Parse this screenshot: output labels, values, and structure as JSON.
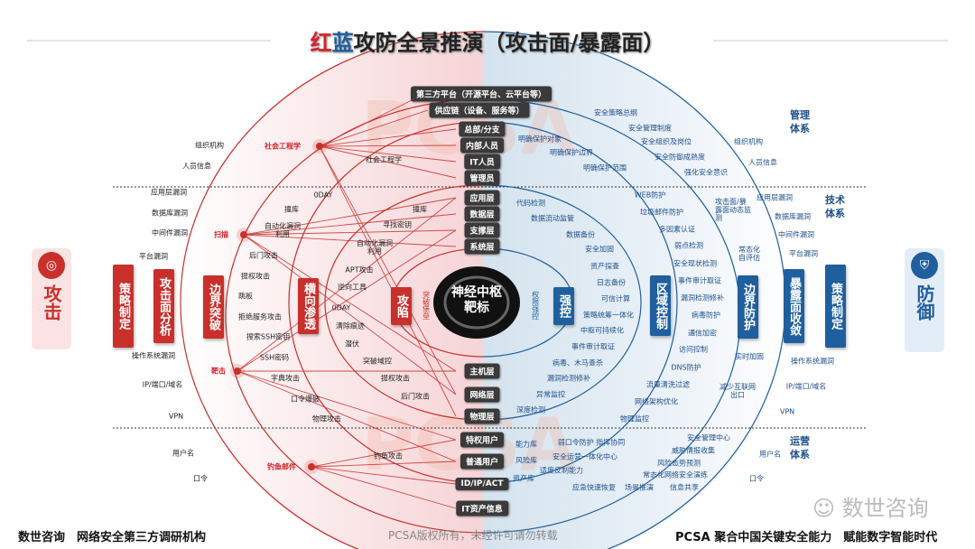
{
  "title": {
    "red": "红",
    "blue": "蓝",
    "rest": "攻防全景推演（攻击面/暴露面）"
  },
  "colors": {
    "attack": "#c9302c",
    "defense": "#1f5f9e",
    "node": "#3a3a3a"
  },
  "center": {
    "line1": "神经中枢",
    "line2": "靶标",
    "left_ring": "突破堡垒",
    "right_ring": "权限强控"
  },
  "nodes": [
    "第三方平台（开源平台、云平台等）",
    "供应链（设备、服务等）",
    "总部/分支",
    "内部人员",
    "IT人员",
    "管理员",
    "应用层",
    "数据层",
    "支撑层",
    "系统层",
    "主机层",
    "网络层",
    "物理层",
    "特权用户",
    "普通用户",
    "ID/IP/ACT",
    "IT资产信息"
  ],
  "attack": {
    "badge": "攻击",
    "badge_icon": "target-icon",
    "stages": [
      "策略制定",
      "攻击面分析",
      "边界突破",
      "横向渗透",
      "攻陷"
    ],
    "sources": [
      "社会工程学",
      "扫描",
      "靶击",
      "钓鱼邮件"
    ],
    "surface": [
      "组织机构",
      "人员信息",
      "应用层漏洞",
      "数据库漏洞",
      "中间件漏洞",
      "平台漏洞",
      "操作系统漏洞",
      "IP/端口/域名",
      "VPN",
      "用户名",
      "口令"
    ],
    "techniques": [
      "社会工程学",
      "0DAY",
      "撞库",
      "撞库",
      "自动化漏洞利用",
      "寻找密钥",
      "自动化漏洞利用",
      "后门攻击",
      "APT攻击",
      "提权攻击",
      "逆向工具",
      "跳板",
      "0DAY",
      "拒绝服务攻击",
      "清除痕迹",
      "搜索SSH密钥",
      "潜伏",
      "SSH密码",
      "突破域控",
      "字典攻击",
      "提权攻击",
      "口令爆破",
      "后门攻击",
      "物理攻击",
      "钓鱼攻击"
    ]
  },
  "defense": {
    "badge": "防御",
    "badge_icon": "shield-icon",
    "stages": [
      "强控",
      "区域控制",
      "边界防护",
      "暴露面收敛",
      "策略制定"
    ],
    "systems": [
      "管理体系",
      "技术体系",
      "运营体系"
    ],
    "surface": [
      "组织机构",
      "人员信息",
      "应用层漏洞",
      "数据库漏洞",
      "中间件漏洞",
      "平台漏洞",
      "操作系统漏洞",
      "IP/端口/域名",
      "VPN",
      "用户名",
      "口令"
    ],
    "measures": [
      "安全策略总纲",
      "安全管理制度",
      "明确保护对象",
      "安全组织及岗位",
      "明确保护边界",
      "安全防御成熟度",
      "明确保护范围",
      "强化安全意识",
      "代码检测",
      "WEB防护",
      "攻击面/暴露面动态监测",
      "数据流动监管",
      "垃圾邮件防护",
      "多因素认证",
      "数据备份",
      "弱点检测",
      "常态化自评估",
      "安全加固",
      "资产探查",
      "安全现状检测",
      "日志备份",
      "事件审计取证",
      "可信计算",
      "漏洞检测修补",
      "策略统筹一体化",
      "病毒防护",
      "中枢可持续化",
      "通信加密",
      "事件审计取证",
      "访问控制",
      "实时加固",
      "病毒、木马查杀",
      "DNS防护",
      "漏洞检测修补",
      "减少互联网出口",
      "流量清洗过滤",
      "异常监控",
      "网络架构优化",
      "深度检测",
      "物理监控",
      "能力库",
      "弱口令防护 指挥协同",
      "安全管理中心",
      "威胁情报收集",
      "风险库",
      "安全运营一体化中心",
      "风险态势预测",
      "适度反制能力",
      "常态化网络安全演练",
      "资产库",
      "应急快速恢复",
      "场景推演",
      "信息共享"
    ]
  },
  "footer": {
    "left": "数世咨询　网络安全第三方调研机构",
    "center": "PCSA版权所有，未经许可请勿转载",
    "right": "PCSA 聚合中国关键安全能力　赋能数字智能时代",
    "watermark": "数世咨询",
    "bg_watermark": "PCSA"
  }
}
